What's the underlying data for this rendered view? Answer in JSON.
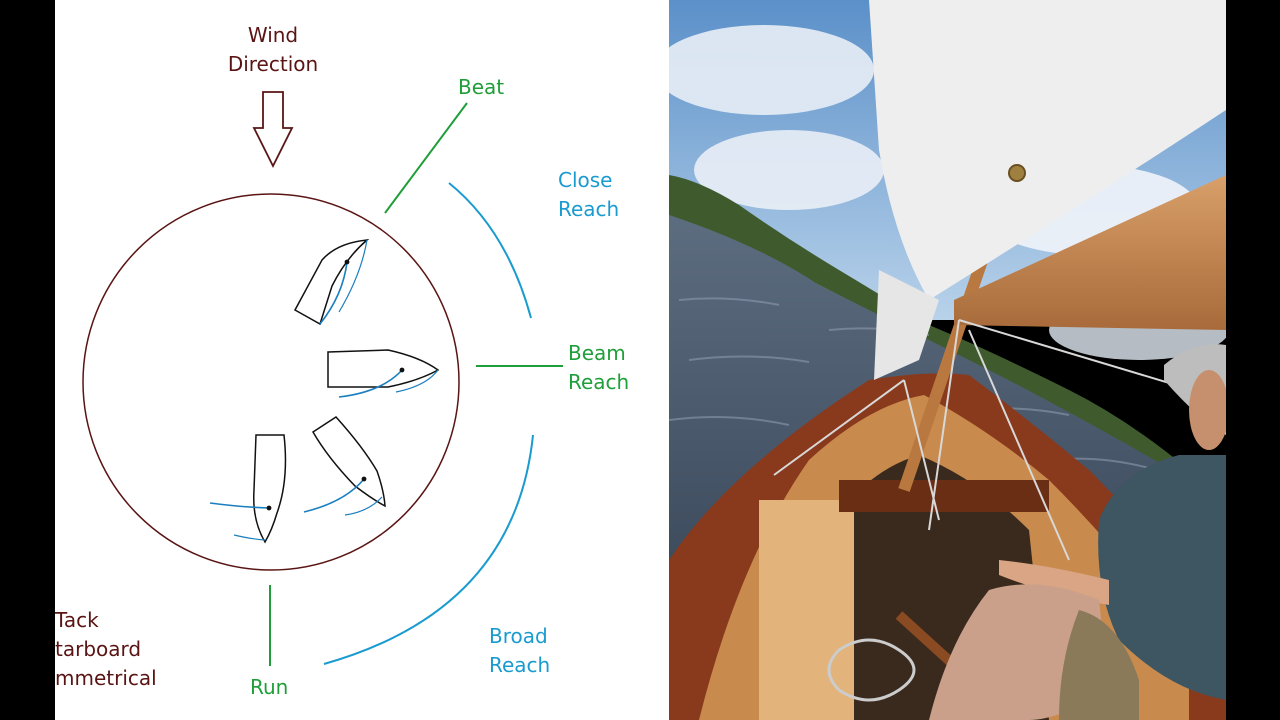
{
  "diagram": {
    "wind_label_line1": "Wind",
    "wind_label_line2": "Direction",
    "points_of_sail": {
      "beat": "Beat",
      "close_reach_line1": "Close",
      "close_reach_line2": "Reach",
      "beam_reach_line1": "Beam",
      "beam_reach_line2": "Reach",
      "broad_reach_line1": "Broad",
      "broad_reach_line2": "Reach",
      "run": "Run"
    },
    "legend_lines": [
      "Tack",
      "tarboard",
      "mmetrical"
    ],
    "colors": {
      "wind": "#5a1414",
      "circle": "#5a1414",
      "green_zone": "#1f9e3a",
      "blue_zone": "#1a9bd0",
      "boat_outline": "#111111",
      "sail_line": "#1a7fc0"
    }
  },
  "photo": {
    "subject": "sailboat-cockpit-photo"
  }
}
